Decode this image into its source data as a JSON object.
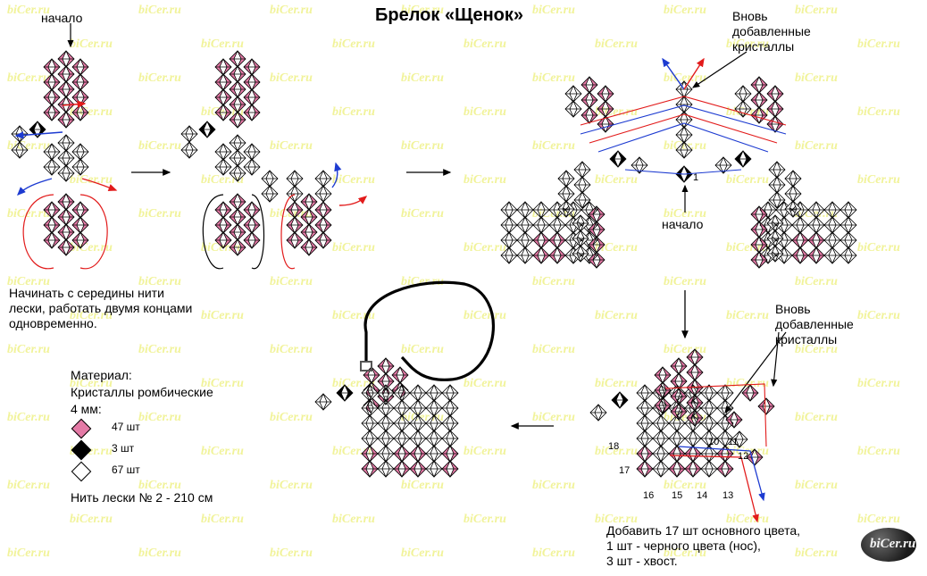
{
  "title": "Брелок «Щенок»",
  "labels": {
    "start_top": "начало",
    "start_right": "начало",
    "new_crystals_top": "Вновь\nдобавленные\nкристаллы",
    "new_crystals_bottom": "Вновь\nдобавленные\nкристаллы",
    "instruction_left": "Начинать с середины нити\nлески, работать двумя концами\nодновременно.",
    "instruction_bottom": "Добавить 17 шт основного цвета,\n1 шт - черного цвета (нос),\n3 шт - хвост."
  },
  "materials": {
    "heading": "Материал:",
    "type": "Кристаллы ромбические",
    "size": "4 мм:",
    "items": [
      {
        "color": "#e47aa6",
        "qty": "47 шт"
      },
      {
        "color": "#000000",
        "qty": "3 шт"
      },
      {
        "color": "#ffffff",
        "qty": "67 шт"
      }
    ],
    "thread": "Нить лески № 2 -  210 см"
  },
  "step_numbers": {
    "top_right_marker": "1",
    "bottom_right": [
      "18",
      "17",
      "16",
      "15",
      "14",
      "13",
      "10",
      "11",
      "12"
    ]
  },
  "watermark": "biCer.ru",
  "logo_text": "biCer.ru",
  "colors": {
    "pink": "#e47aa6",
    "black": "#000000",
    "white": "#ffffff",
    "watermark": "#f1f39a",
    "red_line": "#e21b1b",
    "blue_line": "#1d3bd1",
    "green_outline": "#5ecf36"
  }
}
